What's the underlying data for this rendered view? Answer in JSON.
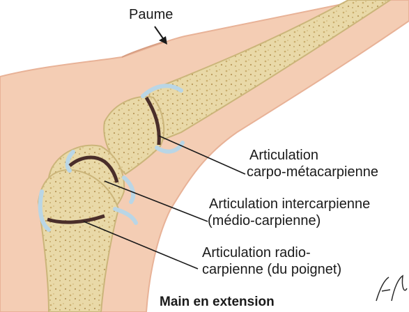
{
  "labels": {
    "palm": "Paume",
    "cmc_line1": "Articulation",
    "cmc_line2": "carpo-métacarpienne",
    "midcarpal_line1": "Articulation intercarpienne",
    "midcarpal_line2": "(médio-carpienne)",
    "radiocarpal_line1": "Articulation radio-",
    "radiocarpal_line2": "carpienne (du poignet)"
  },
  "caption": "Main en extension",
  "signature": "F. Netter",
  "colors": {
    "skin": "#f4cdb4",
    "skin_edge": "#e8b297",
    "bone": "#e9d9a8",
    "bone_shade": "#cbb57a",
    "cartilage": "#b9d6e6",
    "joint_line": "#4a2e2a",
    "text": "#1a1a1a"
  }
}
